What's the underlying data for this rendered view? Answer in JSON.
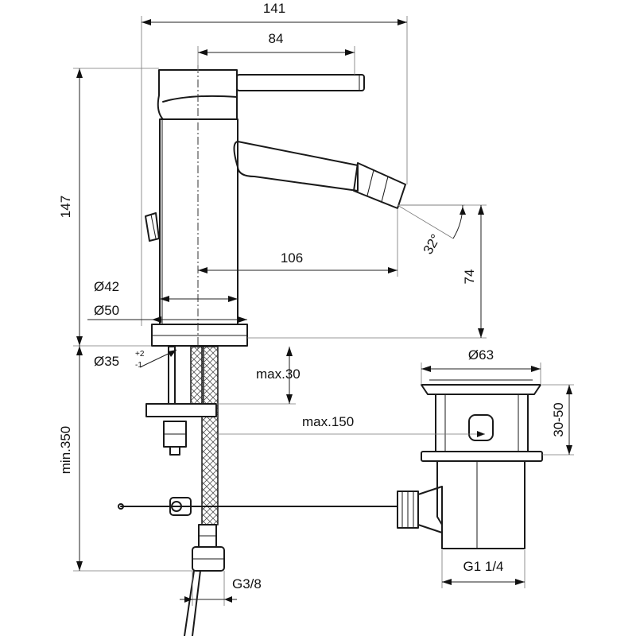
{
  "dimensions": {
    "width_total": "141",
    "lever_length": "84",
    "height_total": "147",
    "spout_reach": "106",
    "outlet_height": "74",
    "spray_angle": "32°",
    "body_diameter": "Ø42",
    "base_diameter": "Ø50",
    "hole_diameter": "Ø35",
    "hole_tol_plus": "+2",
    "hole_tol_minus": "-1",
    "deck_thickness": "max.30",
    "hose_length": "max.150",
    "hose_min_length": "min.350",
    "connection_thread": "G3/8",
    "waste_diameter": "Ø63",
    "waste_range": "30-50",
    "waste_thread": "G1 1/4"
  }
}
